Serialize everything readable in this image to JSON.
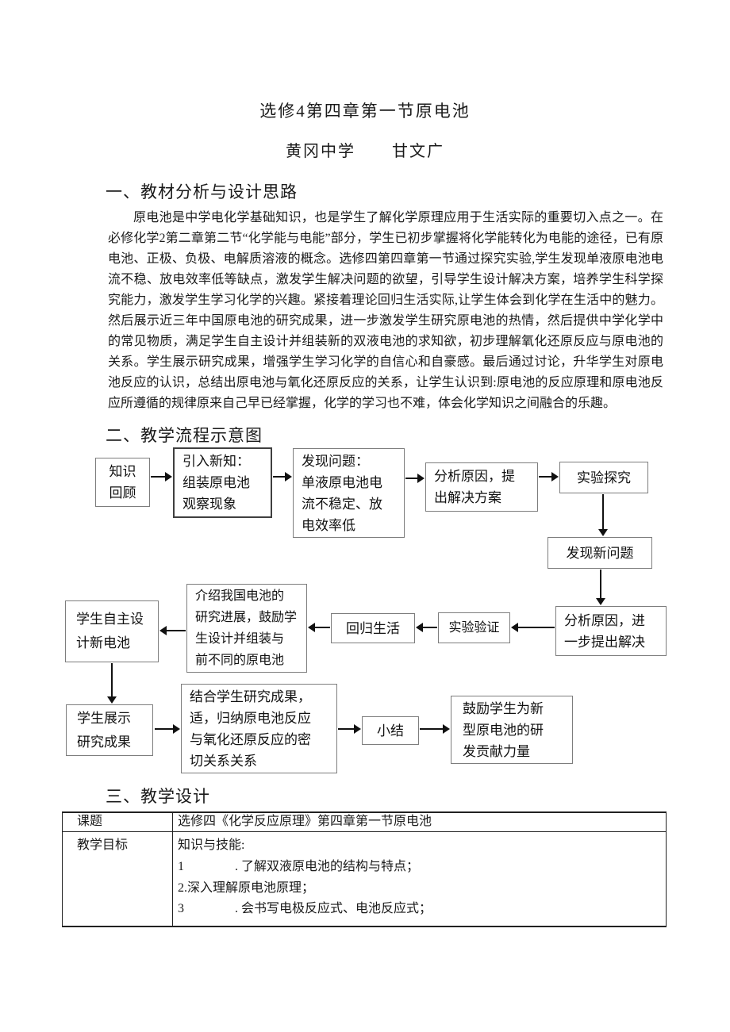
{
  "colors": {
    "page_bg": "#ffffff",
    "ink": "#1a1a1a",
    "box_border": "#7d7d7d",
    "arrow": "#111111"
  },
  "page": {
    "title": "选修4第四章第一节原电池",
    "byline": {
      "school": "黄冈中学",
      "author": "甘文广"
    }
  },
  "sections": {
    "one": {
      "heading": "一、教材分析与设计思路",
      "paragraph": "原电池是中学电化学基础知识，也是学生了解化学原理应用于生活实际的重要切入点之一。在必修化学2第二章第二节“化学能与电能”部分，学生已初步掌握将化学能转化为电能的途径，已有原电池、正极、负极、电解质溶液的概念。选修四第四章第一节通过探究实验,学生发现单液原电池电流不稳、放电效率低等缺点，激发学生解决问题的欲望，引导学生设计解决方案，培养学生科学探究能力，激发学生学习化学的兴趣。紧接着理论回归生活实际,让学生体会到化学在生活中的魅力。然后展示近三年中国原电池的研究成果，进一步激发学生研究原电池的热情，然后提供中学化学中的常见物质，满足学生自主设计并组装新的双液电池的求知欲，初步理解氧化还原反应与原电池的关系。学生展示研究成果，增强学生学习化学的自信心和自豪感。最后通过讨论，升华学生对原电池反应的认识，总结出原电池与氧化还原反应的关系，让学生认识到:原电池的反应原理和原电池反应所遵循的规律原来自己早已经掌握，化学的学习也不难，体会化学知识之间融合的乐趣。"
    },
    "two": {
      "heading": "二、教学流程示意图"
    },
    "three": {
      "heading": "三、教学设计"
    }
  },
  "flowchart": {
    "boxes": [
      {
        "id": "knowledge-review",
        "text": "知识\n回顾"
      },
      {
        "id": "introduce-new",
        "text": "引入新知：\n组装原电池\n观察现象"
      },
      {
        "id": "find-problem",
        "text": "发现问题：\n单液原电池电\n流不稳定、放\n电效率低"
      },
      {
        "id": "analyze-propose",
        "text": "分析原因，提\n出解决方案"
      },
      {
        "id": "experiment-explore",
        "text": "实验探究"
      },
      {
        "id": "find-new-problem",
        "text": "发现新问题"
      },
      {
        "id": "analyze-further",
        "text": "分析原因，进\n一步提出解决"
      },
      {
        "id": "experiment-verify",
        "text": "实验验证"
      },
      {
        "id": "return-to-life",
        "text": "回归生活"
      },
      {
        "id": "introduce-china",
        "text": "介绍我国电池的\n研究进展，鼓励学\n生设计并组装与\n前不同的原电池"
      },
      {
        "id": "student-design",
        "text": "学生自主设\n计新电池"
      },
      {
        "id": "student-present",
        "text": "学生展示\n研究成果"
      },
      {
        "id": "combine-results",
        "text": "结合学生研究成果，\n适，归纳原电池反应\n与氧化还原反应的密\n切关系关系"
      },
      {
        "id": "summary",
        "text": "小结"
      },
      {
        "id": "encourage",
        "text": "鼓励学生为新\n型原电池的研\n发贡献力量"
      }
    ]
  },
  "table": {
    "rows": [
      {
        "label": "课题",
        "value": "选修四《化学反应原理》第四章第一节原电池"
      },
      {
        "label": "教学目标",
        "value": "知识与技能:\n1　　　　. 了解双液原电池的结构与特点；\n2.深入理解原电池原理；\n3　　　　. 会书写电极反应式、电池反应式；"
      }
    ]
  }
}
